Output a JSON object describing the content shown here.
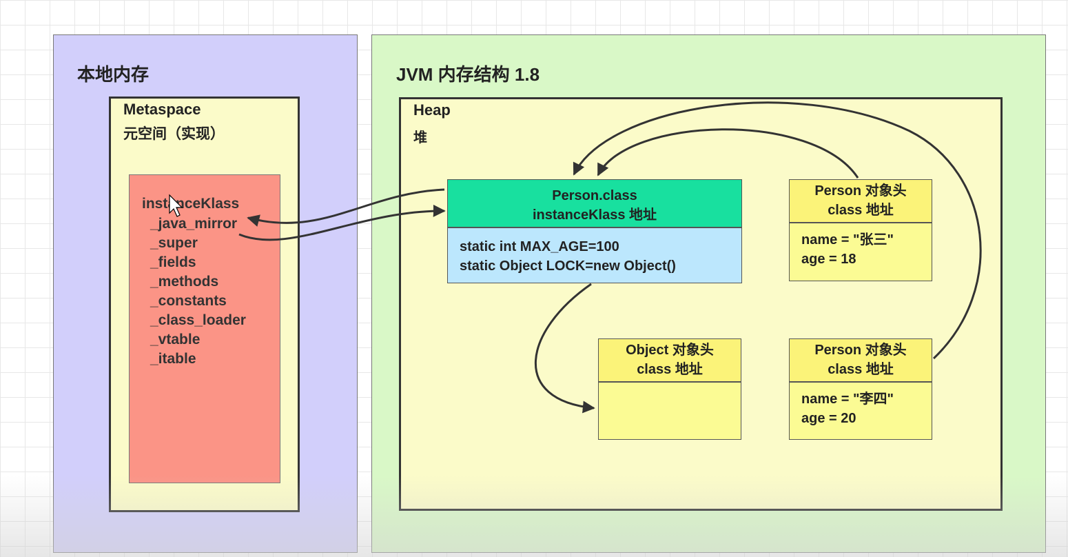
{
  "native_memory": {
    "title": "本地内存",
    "metaspace": {
      "title": "Metaspace",
      "subtitle": "元空间（实现）",
      "instance_klass": {
        "fields": [
          "instanceKlass",
          "_java_mirror",
          "_super",
          "_fields",
          "_methods",
          "_constants",
          "_class_loader",
          "_vtable",
          "_itable"
        ]
      }
    }
  },
  "jvm": {
    "title": "JVM 内存结构 1.8",
    "heap": {
      "title": "Heap",
      "subtitle": "堆",
      "person_class": {
        "title": "Person.class",
        "subtitle": "instanceKlass 地址",
        "fields": [
          "static int  MAX_AGE=100",
          "static Object LOCK=new Object()"
        ]
      },
      "object_header": {
        "title": "Object 对象头",
        "subtitle": "class 地址"
      },
      "person_zhangsan": {
        "title": "Person 对象头",
        "subtitle": "class 地址",
        "fields": [
          "name = \"张三\"",
          "age = 18"
        ]
      },
      "person_lisi": {
        "title": "Person 对象头",
        "subtitle": "class 地址",
        "fields": [
          "name = \"李四\"",
          "age = 20"
        ]
      }
    }
  },
  "colors": {
    "native_bg": "#d2cffb",
    "jvm_bg": "#d9f8c7",
    "metaspace_bg": "#fbfbc9",
    "instance_klass_bg": "#fb9486",
    "person_class_head": "#18e09f",
    "person_class_body": "#bce7fd",
    "object_head": "#fbf379"
  }
}
